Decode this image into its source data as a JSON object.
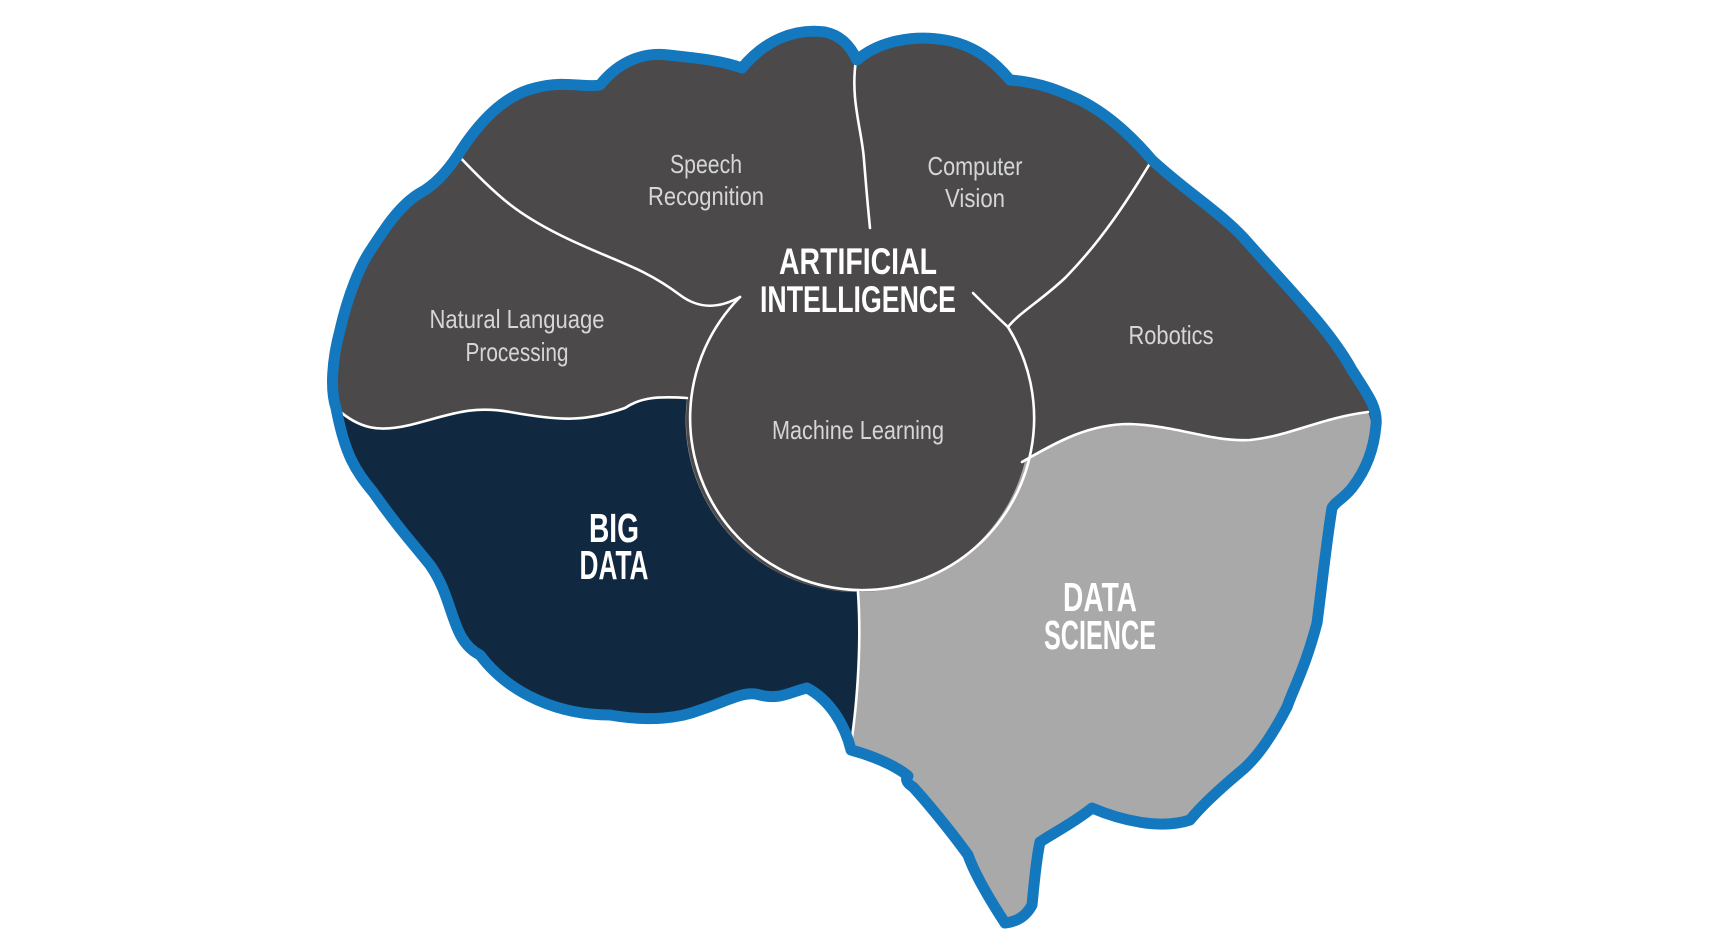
{
  "diagram": {
    "title": {
      "line1": "ARTIFICIAL",
      "line2": "INTELLIGENCE"
    },
    "regions": {
      "speech_recognition": {
        "line1": "Speech",
        "line2": "Recognition"
      },
      "computer_vision": {
        "line1": "Computer",
        "line2": "Vision"
      },
      "natural_language_processing": {
        "line1": "Natural Language",
        "line2": "Processing"
      },
      "robotics": {
        "label": "Robotics"
      },
      "machine_learning": {
        "label": "Machine Learning"
      },
      "big_data": {
        "line1": "BIG",
        "line2": "DATA"
      },
      "data_science": {
        "line1": "DATA",
        "line2": "SCIENCE"
      }
    },
    "colors": {
      "outline_blue": "#1478BE",
      "dark_gray": "#4B4949",
      "navy": "#102940",
      "light_gray": "#A9A9A9",
      "divider_white": "#FFFFFF",
      "label_text": "#D6D6D6",
      "title_text": "#FFFFFF",
      "background": "#FFFFFF"
    }
  }
}
